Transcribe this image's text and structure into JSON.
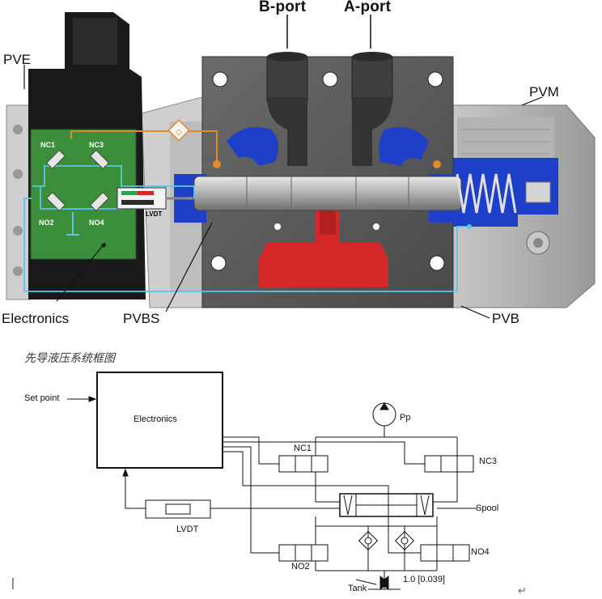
{
  "photo": {
    "labels": {
      "b_port": "B-port",
      "a_port": "A-port",
      "pve": "PVE",
      "pvm": "PVM",
      "electronics": "Electronics",
      "pvbs": "PVBS",
      "pvb": "PVB",
      "lvdt": "LVDT",
      "nc1": "NC1",
      "nc3": "NC3",
      "no2": "NO2",
      "no4": "NO4"
    },
    "colors": {
      "body": "#5a5a5a",
      "oil_pressure": "#d42828",
      "oil_return": "#1e3fc8",
      "pilot_line": "#e08a2a",
      "signal_line": "#5cc6e8",
      "pcb": "#3c8f3a"
    }
  },
  "schematic": {
    "title": "先导液压系统框图",
    "set_point": "Set point",
    "electronics": "Electronics",
    "pp": "Pp",
    "nc1": "NC1",
    "nc3": "NC3",
    "no2": "NO2",
    "no4": "NO4",
    "spool": "Spool",
    "lvdt": "LVDT",
    "tank": "Tank",
    "orifice": "1.0 [0.039]"
  },
  "doc_marks": {
    "cursor": "|",
    "return_mark": "↵"
  }
}
